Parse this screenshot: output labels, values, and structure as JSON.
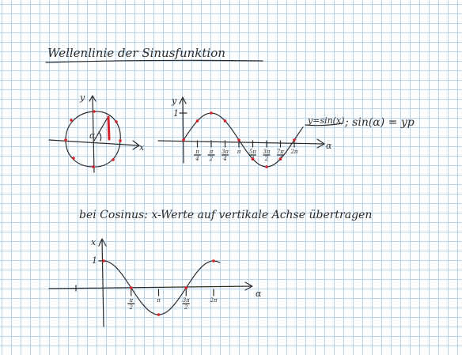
{
  "title": "Wellenlinie der Sinusfunktion",
  "sine_label": "y=sin(x)",
  "sine_note": "; sin(α) = yp",
  "cosine_caption": "bei Cosinus: x-Werte auf vertikale Achse übertragen",
  "circle": {
    "axis_x": "x",
    "axis_y": "y",
    "angle": "α"
  },
  "sine_graph": {
    "axis_y": "y",
    "axis_x": "α",
    "y_tick": "1",
    "ticks": [
      {
        "n": "π",
        "d": "4"
      },
      {
        "n": "π",
        "d": "2"
      },
      {
        "n": "3π",
        "d": "4"
      },
      {
        "n": "π",
        "d": ""
      },
      {
        "n": "5π",
        "d": "4"
      },
      {
        "n": "3π",
        "d": "2"
      },
      {
        "n": "7π",
        "d": "4"
      },
      {
        "n": "2π",
        "d": ""
      }
    ]
  },
  "cos_graph": {
    "axis_y": "x",
    "axis_x": "α",
    "y_tick": "1",
    "ticks": [
      {
        "n": "π",
        "d": "2"
      },
      {
        "n": "π",
        "d": ""
      },
      {
        "n": "3π",
        "d": "2"
      },
      {
        "n": "2π",
        "d": ""
      }
    ]
  },
  "colors": {
    "ink": "#2c2c2c",
    "marker": "#d8232a",
    "grid": "#b9d3ec"
  }
}
